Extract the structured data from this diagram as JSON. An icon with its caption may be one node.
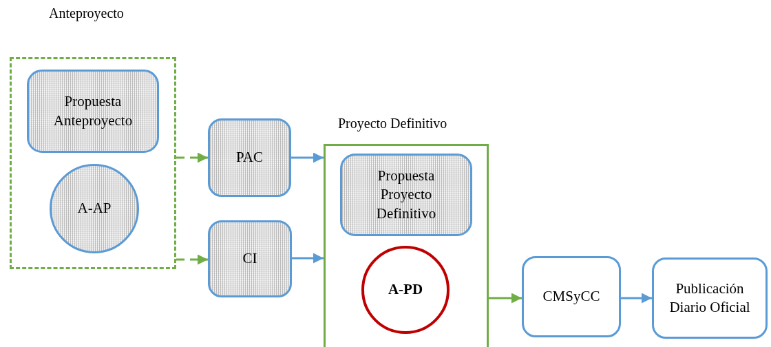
{
  "diagram": {
    "nodes": [
      {
        "text": [
          "Anteproyecto"
        ]
      },
      {
        "text": [
          "Propuesta Anteproyecto"
        ],
        "in": 0
      },
      {
        "text": [
          "A-AP"
        ],
        "in": 0
      },
      {
        "text": [
          "PAC"
        ]
      },
      {
        "text": [
          "CI"
        ]
      },
      {
        "text": [
          "Proyecto Definitivo"
        ]
      },
      {
        "text": [
          "Propuesta Proyecto Definitivo"
        ],
        "in": 5
      },
      {
        "text": [
          "A-PD"
        ],
        "in": 5
      },
      {
        "text": [
          "CMSyCC"
        ]
      },
      {
        "text": [
          "Publicación Diario Oficial"
        ]
      }
    ],
    "edges": [
      {
        "from": 0,
        "to": 3,
        "arrow": "to",
        "style": "dashed",
        "color": "#70ad47"
      },
      {
        "from": 0,
        "to": 4,
        "arrow": "to",
        "style": "dashed",
        "color": "#70ad47"
      },
      {
        "from": 3,
        "to": 5,
        "arrow": "to",
        "color": "#5b9bd5"
      },
      {
        "from": 4,
        "to": 5,
        "arrow": "to",
        "color": "#5b9bd5"
      },
      {
        "from": 5,
        "to": 8,
        "arrow": "to",
        "color": "#70ad47"
      },
      {
        "from": 8,
        "to": 9,
        "arrow": "to",
        "color": "#5b9bd5"
      }
    ]
  }
}
